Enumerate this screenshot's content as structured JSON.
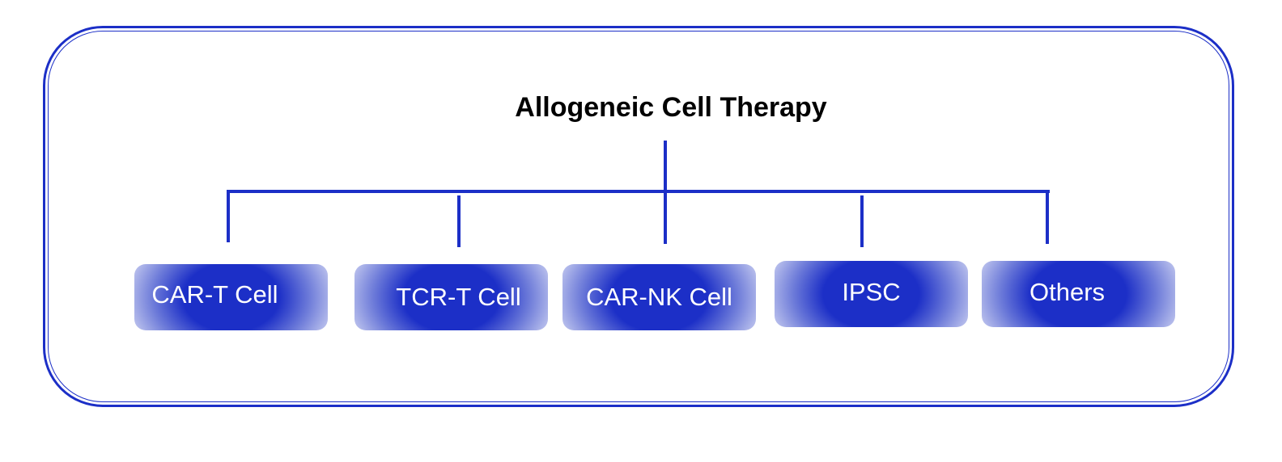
{
  "diagram": {
    "title": "Allogeneic Cell Therapy",
    "accent_color": "#1c2fc7",
    "children": [
      {
        "label": "CAR-T Cell"
      },
      {
        "label": "TCR-T Cell"
      },
      {
        "label": "CAR-NK Cell"
      },
      {
        "label": "IPSC"
      },
      {
        "label": "Others"
      }
    ]
  }
}
